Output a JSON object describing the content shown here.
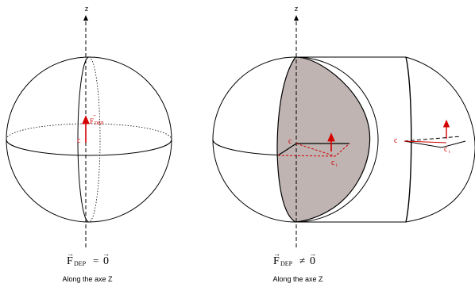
{
  "colors": {
    "stroke": "#000000",
    "accent_red": "#d40000",
    "shaded_face": "#bfb4b2",
    "background": "#ffffff"
  },
  "left": {
    "axis_label": "z",
    "force_label_F": "F",
    "force_label_sub": "DEP",
    "point_label": "c",
    "equation": {
      "F": "F",
      "sub": "DEP",
      "operator": "=",
      "rhs": "0"
    },
    "caption": "Along the axe Z"
  },
  "right": {
    "axis_label": "z",
    "point_label_c": "c",
    "point_label_ci": "c",
    "point_label_ci_sub": "i",
    "right_point_label_c": "c",
    "right_point_label_ci": "c",
    "right_point_label_ci_sub": "i",
    "equation": {
      "F": "F",
      "sub": "DEP",
      "operator": "≠",
      "rhs": "0"
    },
    "caption": "Along the axe Z"
  }
}
